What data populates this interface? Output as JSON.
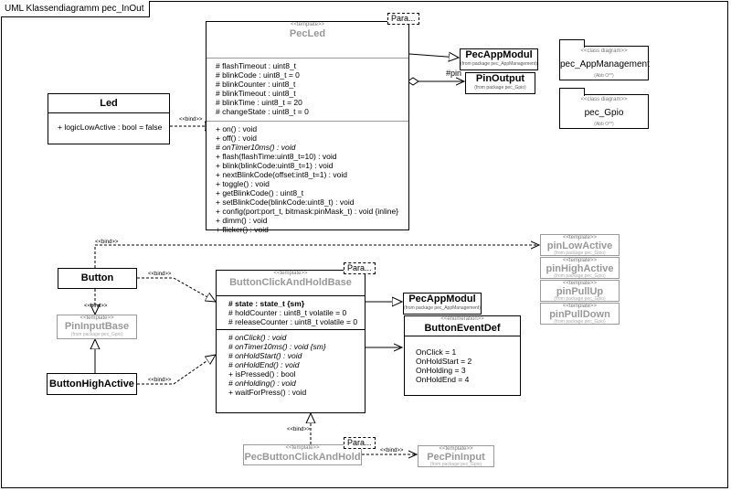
{
  "frame_title": "UML Klassendiagramm pec_InOut",
  "classes": {
    "pecled": {
      "stereotype": "<<template>>",
      "name": "PecLed",
      "param": "Para...",
      "attributes": [
        "# flashTimeout : uint8_t",
        "# blinkCode : uint8_t = 0",
        "# blinkCounter : uint8_t",
        "# blinkTimeout : uint8_t",
        "# blinkTime : uint8_t = 20",
        "# changeState : uint8_t = 0"
      ],
      "operations": [
        "+ on() : void",
        "+ off() : void",
        "# onTimer10ms() : void",
        "+ flash(flashTime:uint8_t=10) : void",
        "+ blink(blinkCode:uint8_t=1) : void",
        "+ nextBlinkCode(offset:int8_t=1) : void",
        "+ toggle() : void",
        "+ getBlinkCode() : uint8_t",
        "+ setBlinkCode(blinkCode:uint8_t) : void",
        "+ config(port:port_t, bitmask:pinMask_t) : void {inline}",
        "+ dimm() : void",
        "+ flicker() : void"
      ]
    },
    "led": {
      "name": "Led",
      "attributes": [
        "+ logicLowActive : bool = false"
      ]
    },
    "pecappmodul_top": {
      "name": "PecAppModul",
      "from": "(from package pec_AppManagement)"
    },
    "pinoutput": {
      "name": "PinOutput",
      "from": "(from package pec_Gpio)"
    },
    "button": {
      "name": "Button"
    },
    "pininputbase": {
      "stereotype": "<<template>>",
      "name": "PinInputBase",
      "from": "(from package pec_Gpio)"
    },
    "buttonhighactive": {
      "name": "ButtonHighActive"
    },
    "buttonclickandholdbase": {
      "stereotype": "<<template>>",
      "name": "ButtonClickAndHoldBase",
      "param": "Para...",
      "attributes": [
        "# state : state_t {sm}",
        "# holdCounter : uint8_t volatile = 0",
        "# releaseCounter : uint8_t volatile = 0"
      ],
      "operations": [
        "# onClick() : void",
        "# onTimer10ms() : void {sm}",
        "# onHoldStart() : void",
        "# onHoldEnd() : void",
        "+ isPressed() : bool",
        "# onHolding() : void",
        "+ waitForPress() : void"
      ]
    },
    "pecappmodul_bottom": {
      "name": "PecAppModul",
      "from": "(from package pec_AppManagement)"
    },
    "buttoneventdef": {
      "stereotype": "<<enumeration>>",
      "name": "ButtonEventDef",
      "literals": [
        "OnClick = 1",
        "OnHoldStart = 2",
        "OnHolding = 3",
        "OnHoldEnd = 4"
      ]
    },
    "pinlowactive": {
      "stereotype": "<<template>>",
      "name": "pinLowActive",
      "from": "(from package pec_Gpio)"
    },
    "pinhighactive": {
      "stereotype": "<<template>>",
      "name": "pinHighActive",
      "from": "(from package pec_Gpio)"
    },
    "pinpullup": {
      "stereotype": "<<template>>",
      "name": "pinPullUp",
      "from": "(from package pec_Gpio)"
    },
    "pinpulldown": {
      "stereotype": "<<template>>",
      "name": "pinPullDown",
      "from": "(from package pec_Gpio)"
    },
    "pecbuttonclickandhold": {
      "stereotype": "<<template>>",
      "name": "PecButtonClickAndHold",
      "param": "Para..."
    },
    "pecpininput": {
      "stereotype": "<<template>>",
      "name": "PecPinInput",
      "from": "(from package pec_Gpio)"
    }
  },
  "packages": [
    {
      "stereotype": "<<class diagram>>",
      "name": "pec_AppManagement",
      "foot": "(Abb O**)"
    },
    {
      "stereotype": "<<class diagram>>",
      "name": "pec_Gpio",
      "foot": "(Abb O**)"
    }
  ],
  "labels": {
    "bind": "<<bind>>",
    "pin": "#pin"
  }
}
